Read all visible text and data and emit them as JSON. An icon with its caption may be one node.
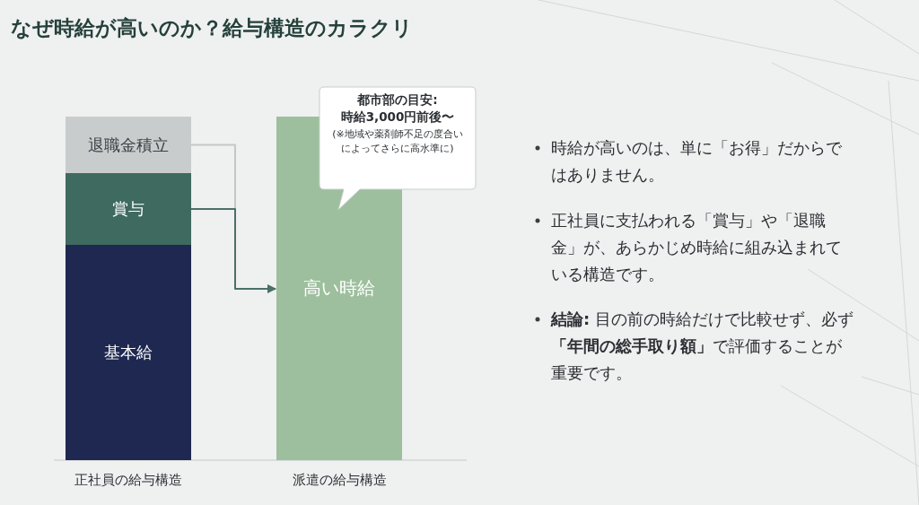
{
  "diagram": {
    "title": "なぜ時給が高いのか？給与構造のカラクリ",
    "nodes": [
      {
        "text": [
          "退職金積立"
        ]
      },
      {
        "text": [
          "賞与"
        ]
      },
      {
        "text": [
          "基本給"
        ]
      },
      {
        "text": [
          "高い時給"
        ]
      },
      {
        "text": [
          "都市部の目安:時給3,000円前後〜",
          "(※地域や薬剤師不足の度合いによってさらに高水準に)"
        ]
      }
    ],
    "edges": [
      {
        "from": 0,
        "to": 3,
        "arrow": "to",
        "color": "#c3c7c7"
      },
      {
        "from": 1,
        "to": 3,
        "arrow": "to",
        "color": "#4a7068"
      }
    ],
    "labels": [
      "正社員の給与構造",
      "派遣の給与構造",
      "時給が高いのは、単に「お得」だからではありません。",
      "正社員に支払われる「賞与」や「退職金」が、あらかじめ時給に組み込まれている構造です。",
      "**結論:** 目の前の時給だけで比較せず、必ず**「年間の総手取り額」**で評価することが重要です。"
    ]
  }
}
